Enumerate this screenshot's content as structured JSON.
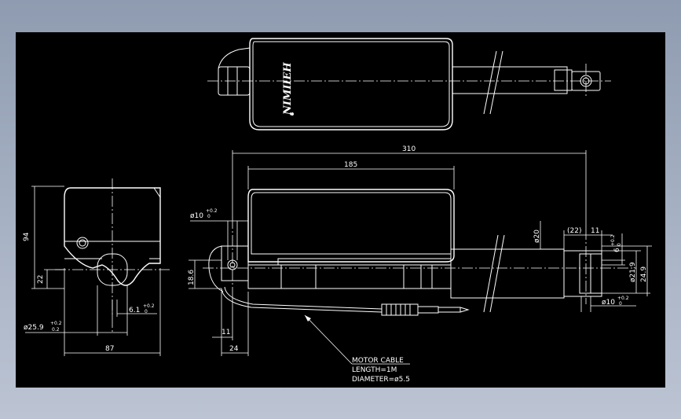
{
  "drawing": {
    "brand": "NIMIIEH",
    "front_view": {
      "dim_height": "94",
      "dim_axis_height": "22",
      "dim_bore": "ø25.9",
      "dim_bore_tol_upper": "+0.2",
      "dim_bore_tol_lower": "0.2",
      "dim_width": "87",
      "dim_offset": "6.1",
      "dim_offset_tol_upper": "+0.2",
      "dim_offset_tol_lower": "0"
    },
    "side_view": {
      "dim_total": "310",
      "dim_body": "185",
      "dim_hole": "ø10",
      "dim_hole_tol_upper": "+0.2",
      "dim_hole_tol_lower": "0",
      "dim_rear_height": "18.6",
      "dim_rear_11": "11",
      "dim_rear_24": "24",
      "dim_rod": "ø20",
      "dim_clevis_22": "(22)",
      "dim_clevis_11": "11",
      "dim_slot": "6",
      "dim_slot_tol_upper": "+0.2",
      "dim_slot_tol_lower": "0",
      "dim_tube": "ø21.9",
      "dim_tip": "24.9",
      "dim_front_hole": "ø10",
      "dim_front_hole_tol_upper": "+0.2",
      "dim_front_hole_tol_lower": "0"
    },
    "cable_note": {
      "line1": "MOTOR CABLE",
      "line2": "LENGTH=1M",
      "line3": "DIAMETER=ø5.5"
    }
  }
}
